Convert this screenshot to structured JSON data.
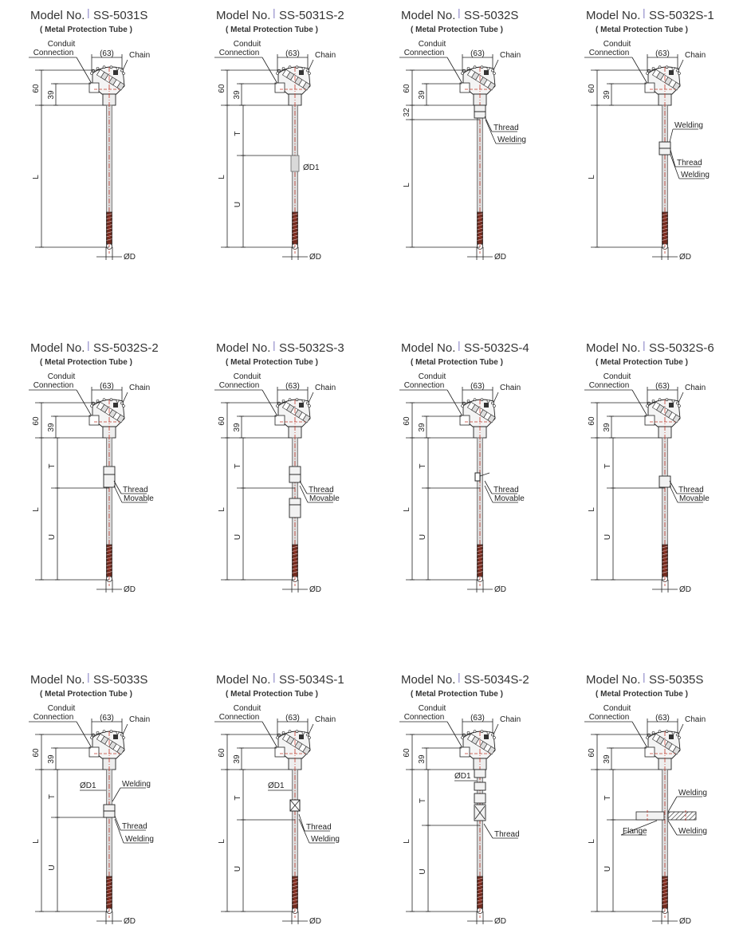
{
  "model_prefix": "Model No.",
  "subtitle": "( Metal Protection Tube )",
  "common": {
    "conduit_1": "Conduit",
    "conduit_2": "Connection",
    "head_width": "(63)",
    "chain": "Chain",
    "dim_60": "60",
    "dim_39": "39",
    "dim_32": "32",
    "dim_L": "L",
    "dim_T": "T",
    "dim_U": "U",
    "dia_D": "ØD",
    "dia_D1": "ØD1"
  },
  "diagrams": [
    {
      "model": "SS-5031S",
      "variant": "plain",
      "labels": []
    },
    {
      "model": "SS-5031S-2",
      "variant": "step",
      "labels": [
        "ØD1"
      ]
    },
    {
      "model": "SS-5032S",
      "variant": "top-thread",
      "labels": [
        "Thread",
        "Welding"
      ]
    },
    {
      "model": "SS-5032S-1",
      "variant": "mid-thread",
      "labels": [
        "Welding",
        "Thread",
        "Welding"
      ]
    },
    {
      "model": "SS-5032S-2",
      "variant": "movable",
      "labels": [
        "Thread",
        "Movable"
      ]
    },
    {
      "model": "SS-5032S-3",
      "variant": "movable2",
      "labels": [
        "Thread",
        "Movable"
      ]
    },
    {
      "model": "SS-5032S-4",
      "variant": "movable3",
      "labels": [
        "Thread",
        "Movable"
      ]
    },
    {
      "model": "SS-5032S-6",
      "variant": "movable4",
      "labels": [
        "Thread",
        "Movable"
      ]
    },
    {
      "model": "SS-5033S",
      "variant": "weld-thread",
      "labels": [
        "ØD1",
        "Welding",
        "Thread",
        "Welding"
      ]
    },
    {
      "model": "SS-5034S-1",
      "variant": "box-thread",
      "labels": [
        "ØD1",
        "Thread",
        "Welding"
      ]
    },
    {
      "model": "SS-5034S-2",
      "variant": "stack-thread",
      "labels": [
        "ØD1",
        "Thread"
      ]
    },
    {
      "model": "SS-5035S",
      "variant": "flange",
      "labels": [
        "Welding",
        "Flange",
        "Welding"
      ]
    }
  ],
  "colors": {
    "line": "#222222",
    "tube": "#d9d9d9",
    "center": "#c0392b",
    "tip": "#6b2a1e",
    "separator": "#a9a4d6"
  }
}
